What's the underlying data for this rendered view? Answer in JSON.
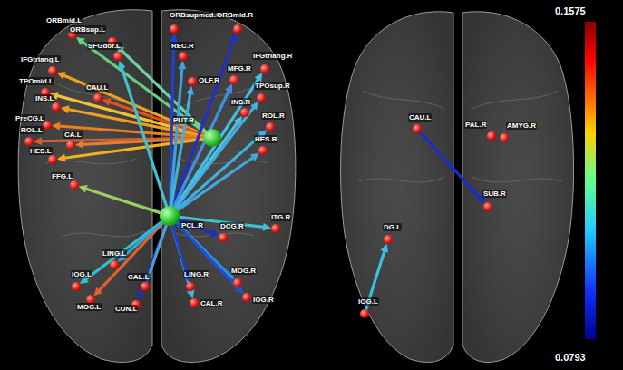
{
  "diagram": {
    "nodes": [
      {
        "text": [
          "ORBmid.L"
        ]
      },
      {
        "text": [
          "ORBsup.L"
        ]
      },
      {
        "text": [
          "SFGdor.L"
        ]
      },
      {
        "text": [
          "IFGtriang.L"
        ]
      },
      {
        "text": [
          "ORBsupmed.R"
        ]
      },
      {
        "text": [
          "ORBmid.R"
        ]
      },
      {
        "text": [
          "REC.R"
        ]
      },
      {
        "text": [
          "MFG.R"
        ]
      },
      {
        "text": [
          "IFGtriang.R"
        ]
      },
      {
        "text": [
          "OLF.R"
        ]
      },
      {
        "text": [
          "TPOmid.L"
        ]
      },
      {
        "text": [
          "CAU.L"
        ]
      },
      {
        "text": [
          "INS.L"
        ]
      },
      {
        "text": [
          "PUT.R"
        ]
      },
      {
        "text": [
          "TPOsup.R"
        ]
      },
      {
        "text": [
          "INS.R"
        ]
      },
      {
        "text": [
          "PreCG.L"
        ]
      },
      {
        "text": [
          "ROL.L"
        ]
      },
      {
        "text": [
          "ROL.R"
        ]
      },
      {
        "text": [
          "CA.L"
        ]
      },
      {
        "text": [
          "HES.L"
        ]
      },
      {
        "text": [
          "HES.R"
        ]
      },
      {
        "text": [
          "FFG.L"
        ]
      },
      {
        "text": [
          "PCL.R"
        ]
      },
      {
        "text": [
          "DCG.R"
        ]
      },
      {
        "text": [
          "ITG.R"
        ]
      },
      {
        "text": [
          "LING.L"
        ]
      },
      {
        "text": [
          "IOG.L"
        ]
      },
      {
        "text": [
          "MOG.L"
        ]
      },
      {
        "text": [
          "CAL.L"
        ]
      },
      {
        "text": [
          "CUN.L"
        ]
      },
      {
        "text": [
          "LING.R"
        ]
      },
      {
        "text": [
          "CAL.R"
        ]
      },
      {
        "text": [
          "MOG.R"
        ]
      },
      {
        "text": [
          "IOG.R"
        ]
      },
      {
        "text": [
          "CAU.L"
        ]
      },
      {
        "text": [
          "PAL.R"
        ]
      },
      {
        "text": [
          "AMYG.R"
        ]
      },
      {
        "text": [
          "SUB.R"
        ]
      },
      {
        "text": [
          "DG.L"
        ]
      },
      {
        "text": [
          "IOG.L"
        ]
      }
    ],
    "edges": [
      {
        "from": 13,
        "to": 3,
        "arrow": "to"
      },
      {
        "from": 13,
        "to": 0,
        "arrow": "to"
      },
      {
        "from": 13,
        "to": 1,
        "arrow": "to"
      },
      {
        "from": 13,
        "to": 10,
        "arrow": "to"
      },
      {
        "from": 13,
        "to": 11,
        "arrow": "to"
      },
      {
        "from": 13,
        "to": 12,
        "arrow": "to"
      },
      {
        "from": 13,
        "to": 16,
        "arrow": "to"
      },
      {
        "from": 13,
        "to": 17,
        "arrow": "to"
      },
      {
        "from": 13,
        "to": 19,
        "arrow": "to"
      },
      {
        "from": 13,
        "to": 20,
        "arrow": "to"
      },
      {
        "from": 23,
        "to": 4,
        "arrow": "to"
      },
      {
        "from": 23,
        "to": 5,
        "arrow": "to"
      },
      {
        "from": 23,
        "to": 6,
        "arrow": "to"
      },
      {
        "from": 23,
        "to": 8,
        "arrow": "to"
      },
      {
        "from": 23,
        "to": 7,
        "arrow": "to"
      },
      {
        "from": 23,
        "to": 15,
        "arrow": "to"
      },
      {
        "from": 23,
        "to": 14,
        "arrow": "to"
      },
      {
        "from": 23,
        "to": 18,
        "arrow": "to"
      },
      {
        "from": 23,
        "to": 21,
        "arrow": "to"
      },
      {
        "from": 23,
        "to": 25,
        "arrow": "to"
      },
      {
        "from": 23,
        "to": 33,
        "arrow": "to"
      },
      {
        "from": 23,
        "to": 34,
        "arrow": "to"
      },
      {
        "from": 23,
        "to": 32,
        "arrow": "to"
      },
      {
        "from": 23,
        "to": 31,
        "arrow": "to"
      },
      {
        "from": 23,
        "to": 30,
        "arrow": "to"
      },
      {
        "from": 23,
        "to": 29,
        "arrow": "to"
      },
      {
        "from": 23,
        "to": 27,
        "arrow": "to"
      },
      {
        "from": 23,
        "to": 28,
        "arrow": "to"
      },
      {
        "from": 23,
        "to": 22,
        "arrow": "to"
      },
      {
        "from": 23,
        "to": 24,
        "arrow": "to"
      },
      {
        "from": 23,
        "to": 9,
        "arrow": "to"
      },
      {
        "from": 23,
        "to": 2,
        "arrow": "to"
      },
      {
        "from": 23,
        "to": 26,
        "arrow": "to"
      },
      {
        "from": 35,
        "to": 38,
        "arrow": "to"
      },
      {
        "from": 40,
        "to": 39,
        "arrow": "to"
      }
    ],
    "labels": [
      "0.1575",
      "0.0793"
    ]
  }
}
